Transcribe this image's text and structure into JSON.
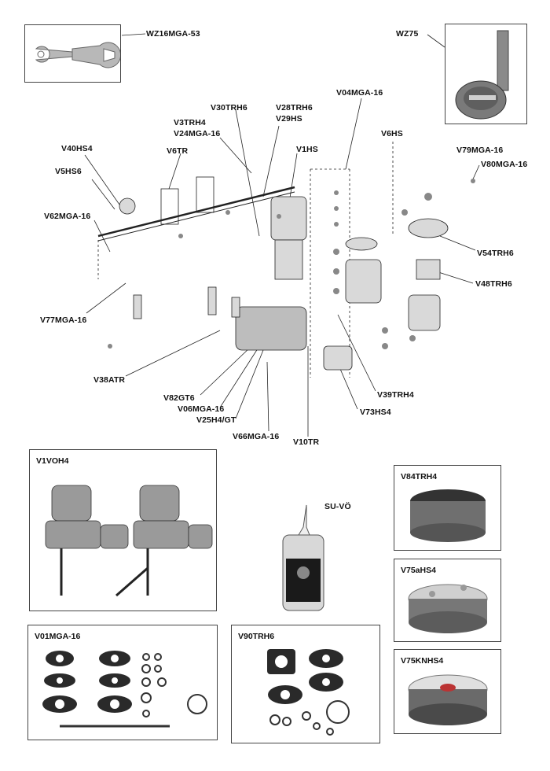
{
  "diagram": {
    "labels": {
      "wz16": "WZ16MGA-53",
      "wz75": "WZ75",
      "v30trh6": "V30TRH6",
      "v28trh6": "V28TRH6",
      "v29hs": "V29HS",
      "v04mga16": "V04MGA-16",
      "v3trh4": "V3TRH4",
      "v24mga16": "V24MGA-16",
      "v6hs": "V6HS",
      "v1hs": "V1HS",
      "v40hs4": "V40HS4",
      "v6tr": "V6TR",
      "v79mga16": "V79MGA-16",
      "v80mga16": "V80MGA-16",
      "v5hs6": "V5HS6",
      "v62mga16": "V62MGA-16",
      "v54trh6": "V54TRH6",
      "v48trh6": "V48TRH6",
      "v77mga16": "V77MGA-16",
      "v38atr": "V38ATR",
      "v39trh4": "V39TRH4",
      "v82gt6": "V82GT6",
      "v73hs4": "V73HS4",
      "v06mga16": "V06MGA-16",
      "v25h4gt": "V25H4/GT",
      "v66mga16": "V66MGA-16",
      "v10tr": "V10TR"
    },
    "panels": {
      "v1voh4": "V1VOH4",
      "suvo": "SU-VÖ",
      "v84trh4": "V84TRH4",
      "v75ahs4": "V75aHS4",
      "v75knhs4": "V75KNHS4",
      "v01mga16": "V01MGA-16",
      "v90trh6": "V90TRH6"
    }
  }
}
